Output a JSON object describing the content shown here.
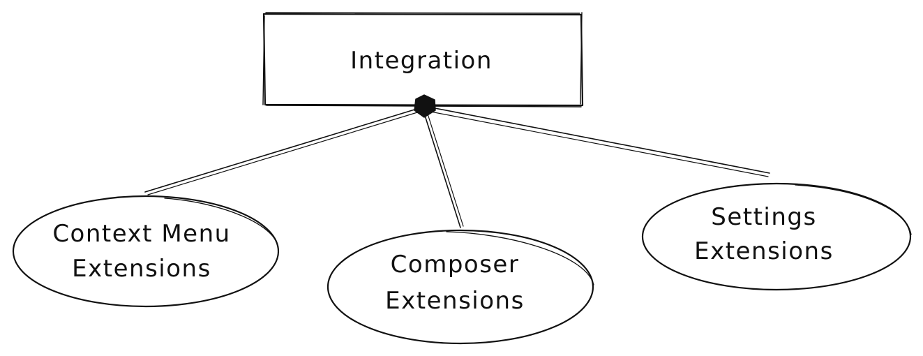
{
  "diagram": {
    "root": {
      "label": "Integration"
    },
    "children": [
      {
        "line1": "Context Menu",
        "line2": "Extensions"
      },
      {
        "line1": "Composer",
        "line2": "Extensions"
      },
      {
        "line1": "Settings",
        "line2": "Extensions"
      }
    ]
  },
  "colors": {
    "stroke": "#111111",
    "background": "#ffffff"
  }
}
